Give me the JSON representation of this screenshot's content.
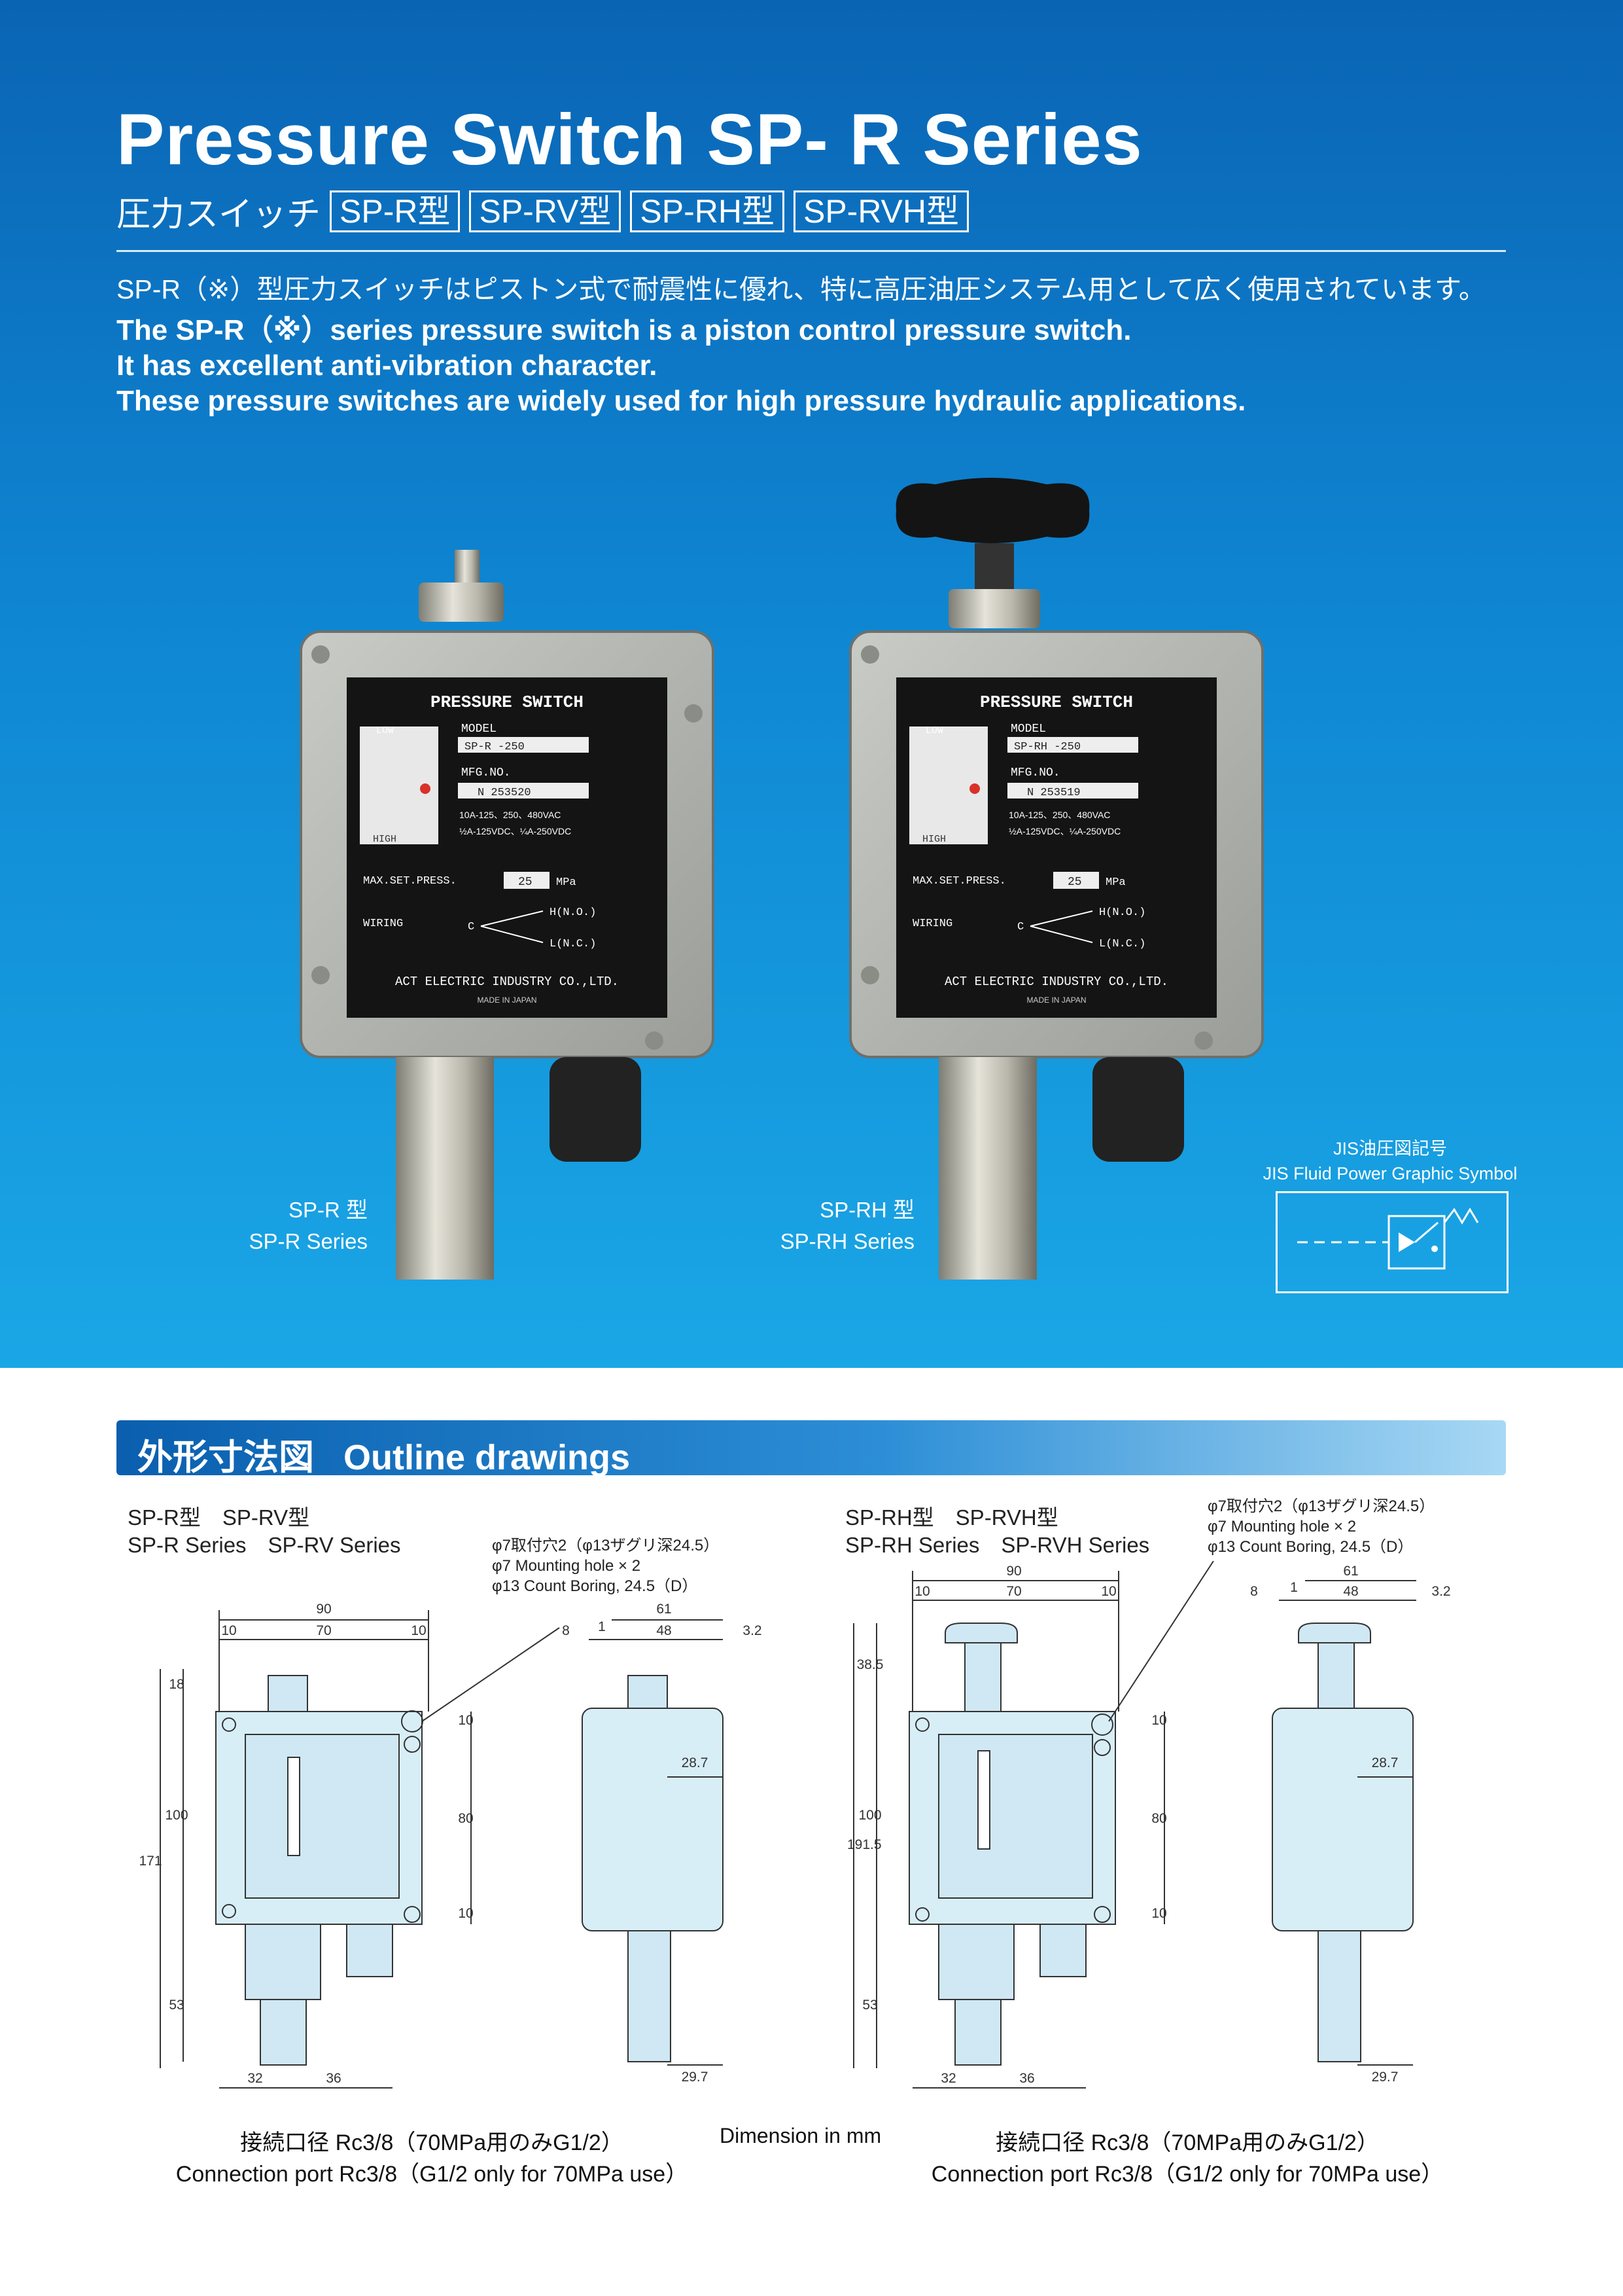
{
  "header": {
    "title": "Pressure Switch SP- R Series",
    "subtitle_jp": "圧力スイッチ",
    "tags": [
      "SP-R型",
      "SP-RV型",
      "SP-RH型",
      "SP-RVH型"
    ]
  },
  "description": {
    "jp": "SP-R（※）型圧力スイッチはピストン式で耐震性に優れ、特に高圧油圧システム用として広く使用されています。",
    "en": [
      "The SP-R（※）series pressure switch is a piston control pressure switch.",
      "It has excellent anti-vibration character.",
      "These pressure switches are widely used for high pressure hydraulic applications."
    ]
  },
  "products": [
    {
      "caption_jp": "SP-R 型",
      "caption_en": "SP-R Series",
      "label": {
        "heading": "PRESSURE SWITCH",
        "model_label": "MODEL",
        "model": "SP-R -250",
        "mfg_label": "MFG.NO.",
        "mfg": "N 253520",
        "rating1": "10A-125、250、480VAC",
        "rating2": "½A-125VDC、¼A-250VDC",
        "maxset_label": "MAX.SET.PRESS.",
        "maxset": "25",
        "unit": "MPa",
        "wiring": "WIRING",
        "c": "C",
        "h": "H(N.O.)",
        "l": "L(N.C.)",
        "low": "LOW",
        "high": "HIGH",
        "maker": "ACT ELECTRIC INDUSTRY CO.,LTD.",
        "made": "MADE IN JAPAN"
      }
    },
    {
      "caption_jp": "SP-RH 型",
      "caption_en": "SP-RH Series",
      "label": {
        "heading": "PRESSURE SWITCH",
        "model_label": "MODEL",
        "model": "SP-RH -250",
        "mfg_label": "MFG.NO.",
        "mfg": "N 253519",
        "rating1": "10A-125、250、480VAC",
        "rating2": "½A-125VDC、¼A-250VDC",
        "maxset_label": "MAX.SET.PRESS.",
        "maxset": "25",
        "unit": "MPa",
        "wiring": "WIRING",
        "c": "C",
        "h": "H(N.O.)",
        "l": "L(N.C.)",
        "low": "LOW",
        "high": "HIGH",
        "maker": "ACT ELECTRIC INDUSTRY CO.,LTD.",
        "made": "MADE IN JAPAN"
      }
    }
  ],
  "jis": {
    "jp": "JIS油圧図記号",
    "en": "JIS Fluid Power Graphic Symbol"
  },
  "section": {
    "title_jp": "外形寸法図",
    "title_en": "Outline drawings"
  },
  "drawings": [
    {
      "title_line1": "SP-R型　SP-RV型",
      "title_line2": "SP-R Series　SP-RV Series",
      "hole_note": [
        "φ7取付穴2（φ13ザグリ深24.5）",
        "φ7 Mounting hole × 2",
        "φ13 Count Boring, 24.5（D）"
      ],
      "dims": {
        "w_total": "90",
        "w_left": "10",
        "w_mid": "70",
        "w_right": "10",
        "side_top": "61",
        "side_a": "8",
        "side_b": "1",
        "side_c": "48",
        "side_d": "3.2",
        "h_top": "18",
        "h_mid": "100",
        "h_total": "171",
        "h_bottom": "53",
        "r_top": "10",
        "r_mid": "80",
        "r_bottom": "10",
        "side_inner": "28.7",
        "side_bottom": "29.7",
        "b_left": "32",
        "b_right": "36"
      },
      "port_jp": "接続口径 Rc3/8（70MPa用のみG1/2）",
      "port_en": "Connection port Rc3/8（G1/2 only for 70MPa use）"
    },
    {
      "title_line1": "SP-RH型　SP-RVH型",
      "title_line2": "SP-RH Series　SP-RVH Series",
      "hole_note": [
        "φ7取付穴2（φ13ザグリ深24.5）",
        "φ7 Mounting hole × 2",
        "φ13 Count Boring, 24.5（D）"
      ],
      "dims": {
        "w_total": "90",
        "w_left": "10",
        "w_mid": "70",
        "w_right": "10",
        "side_top": "61",
        "side_a": "8",
        "side_b": "1",
        "side_c": "48",
        "side_d": "3.2",
        "h_top": "38.5",
        "h_mid": "100",
        "h_total": "191.5",
        "h_bottom": "53",
        "r_top": "10",
        "r_mid": "80",
        "r_bottom": "10",
        "side_inner": "28.7",
        "side_bottom": "29.7",
        "b_left": "32",
        "b_right": "36"
      },
      "port_jp": "接続口径 Rc3/8（70MPa用のみG1/2）",
      "port_en": "Connection port Rc3/8（G1/2 only for 70MPa use）"
    }
  ],
  "dimension_note": "Dimension in mm"
}
